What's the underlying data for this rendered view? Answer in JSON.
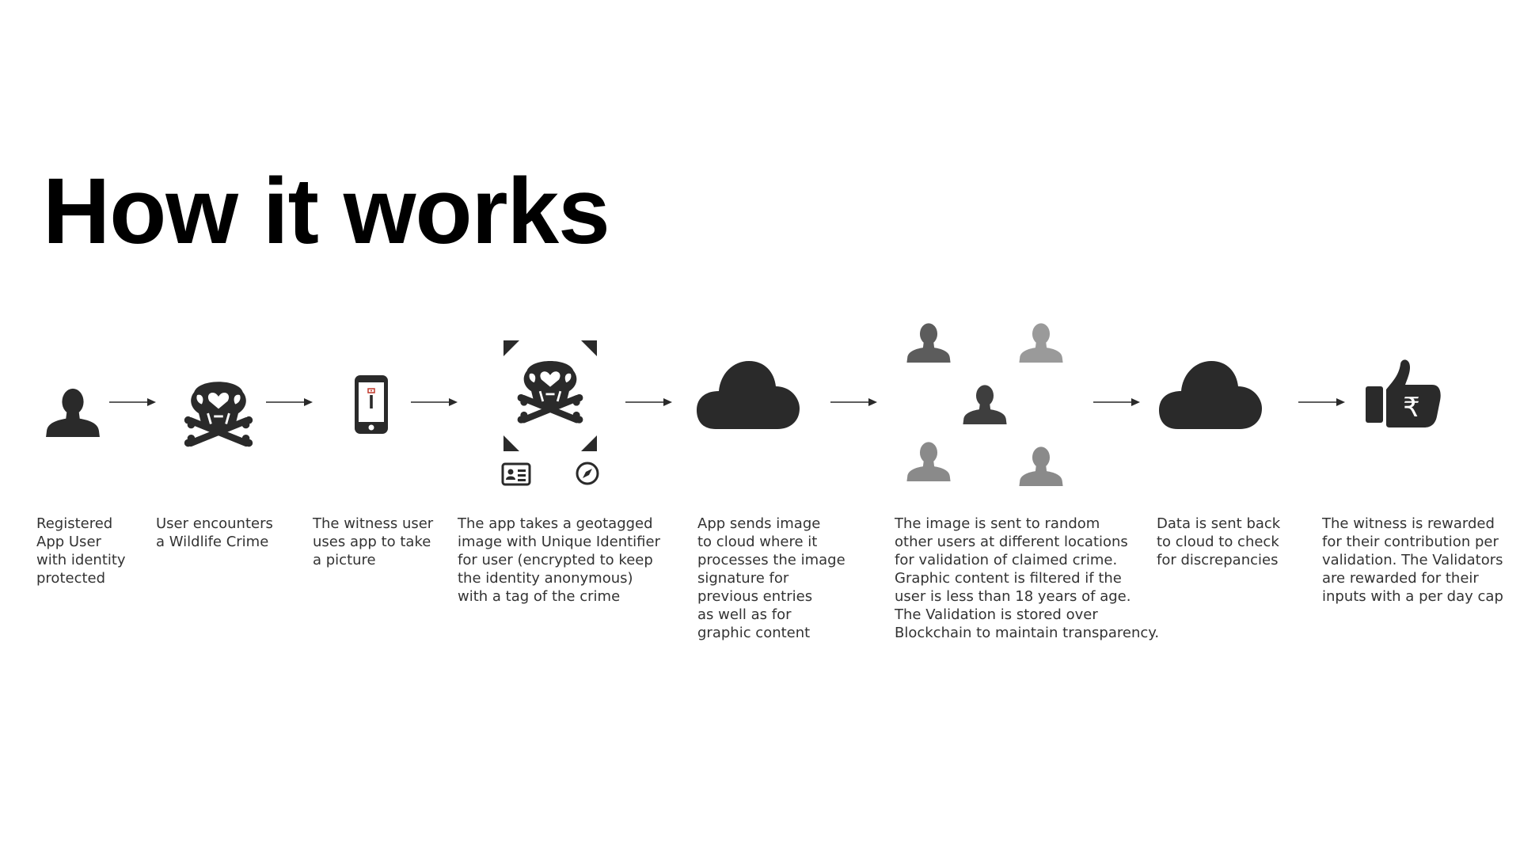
{
  "title": "How it works",
  "colors": {
    "icon_dark": "#2a2a2a",
    "icon_mid": "#5c5c5c",
    "icon_light": "#9a9a9a",
    "icon_lighter": "#8a8a8a"
  },
  "steps": [
    {
      "icon": "user-icon",
      "caption": "Registered\nApp User\nwith identity\nprotected"
    },
    {
      "icon": "skull-crossbones-icon",
      "caption": "User encounters\na Wildlife Crime"
    },
    {
      "icon": "smartphone-icon",
      "caption": "The witness user\nuses app to take\na picture"
    },
    {
      "icon": "framed-skull-icon",
      "sub_icons": [
        "id-card-icon",
        "compass-icon"
      ],
      "caption": "The app takes a geotagged\nimage with Unique Identifier\nfor user (encrypted to keep\nthe identity anonymous)\nwith a tag of the crime"
    },
    {
      "icon": "cloud-icon",
      "caption": "App sends image\nto cloud where it\nprocesses the image\nsignature for\nprevious entries\nas well as for\ngraphic content"
    },
    {
      "icon": "users-network-icon",
      "caption": "The image is sent to random\nother users at different locations\nfor validation of claimed crime.\nGraphic content is filtered if the\nuser is less than 18 years of age.\nThe Validation is stored over\nBlockchain to maintain transparency."
    },
    {
      "icon": "cloud-icon",
      "caption": "Data is sent back\nto cloud to check\nfor discrepancies"
    },
    {
      "icon": "thumbs-up-rupee-icon",
      "rupee_symbol": "₹",
      "caption": "The witness is rewarded\nfor their contribution per\nvalidation. The Validators\nare rewarded for their\ninputs with a per day cap"
    }
  ]
}
